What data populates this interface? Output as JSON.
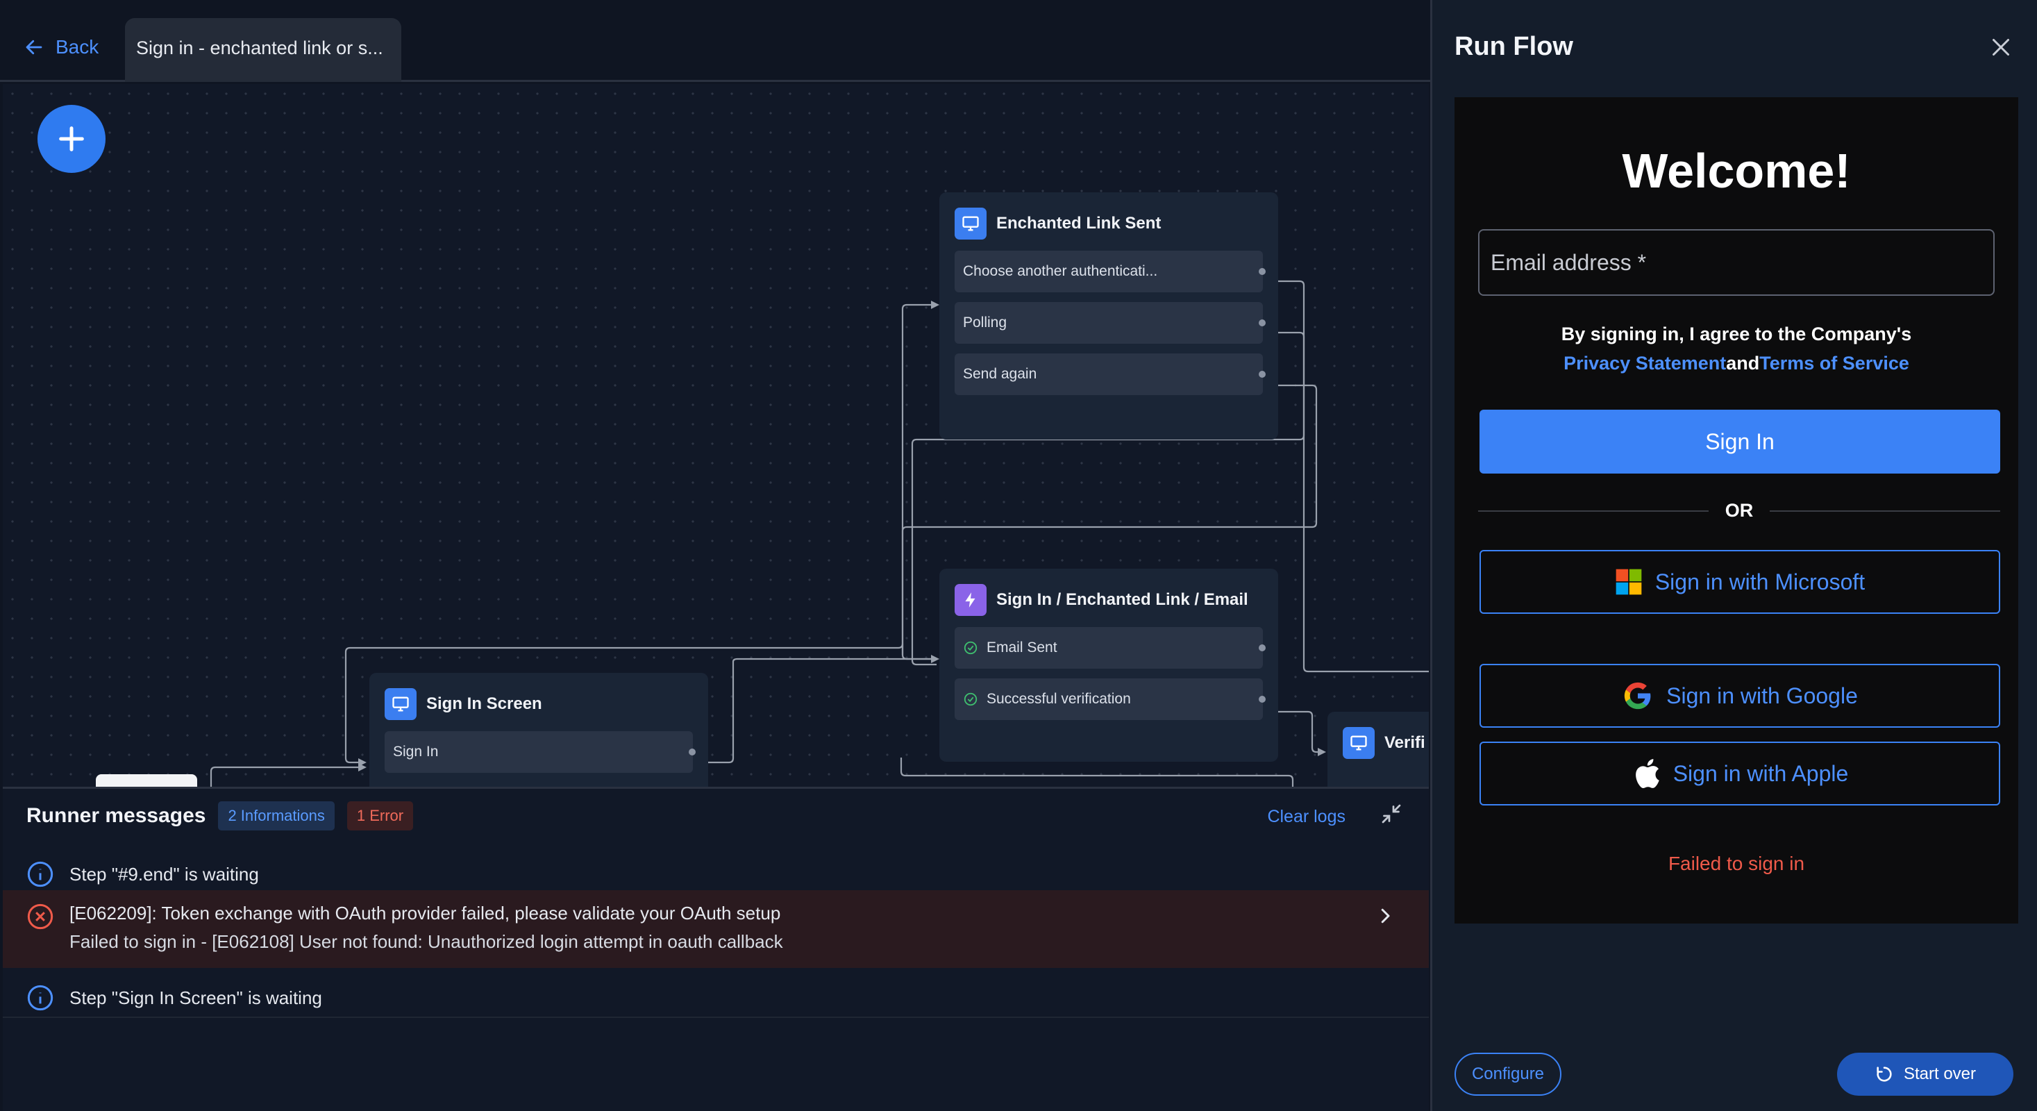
{
  "topbar": {
    "back_label": "Back",
    "tab_title": "Sign in - enchanted link or s..."
  },
  "nodes": {
    "enchanted": {
      "title": "Enchanted Link Sent",
      "ports": [
        "Choose another authenticati...",
        "Polling",
        "Send again"
      ]
    },
    "signin_link": {
      "title": "Sign In / Enchanted Link / Email",
      "ports": [
        "Email Sent",
        "Successful verification"
      ]
    },
    "signin_screen": {
      "title": "Sign In Screen",
      "ports": [
        "Sign In"
      ]
    },
    "verify": {
      "title": "Verifi"
    }
  },
  "runner": {
    "title": "Runner messages",
    "info_badge": "2 Informations",
    "error_badge": "1 Error",
    "clear_logs": "Clear logs",
    "messages": [
      {
        "type": "info",
        "lines": [
          "Step \"#9.end\" is waiting"
        ]
      },
      {
        "type": "error",
        "lines": [
          "[E062209]: Token exchange with OAuth provider failed, please validate your OAuth setup",
          "Failed to sign in - [E062108] User not found: Unauthorized login attempt in oauth callback"
        ]
      },
      {
        "type": "info",
        "lines": [
          "Step \"Sign In Screen\" is waiting"
        ]
      }
    ]
  },
  "run_flow": {
    "title": "Run Flow",
    "preview": {
      "welcome": "Welcome!",
      "email_placeholder": "Email address *",
      "agree_text": "By signing in, I agree to the Company's",
      "privacy_link": "Privacy Statement",
      "and_text": "and",
      "terms_link": "Terms of Service",
      "sign_in": "Sign In",
      "or": "OR",
      "microsoft": "Sign in with Microsoft",
      "google": "Sign in with Google",
      "apple": "Sign in with Apple",
      "failed": "Failed to sign in"
    },
    "configure": "Configure",
    "start_over": "Start over"
  },
  "colors": {
    "accent": "#3b82f6",
    "link": "#4d90ff",
    "error": "#ef5a4a",
    "background": "#0f1522"
  },
  "icons": [
    "arrow-left-icon",
    "plus-icon",
    "monitor-icon",
    "lightning-icon",
    "check-circle-icon",
    "info-icon",
    "error-circle-icon",
    "chevron-right-icon",
    "collapse-icon",
    "close-icon",
    "microsoft-logo-icon",
    "google-logo-icon",
    "apple-logo-icon",
    "refresh-icon"
  ]
}
